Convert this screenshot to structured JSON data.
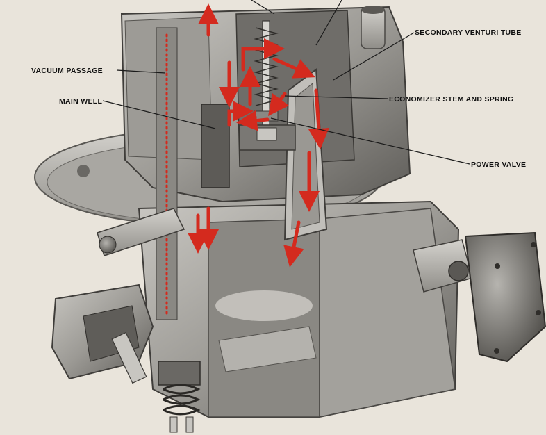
{
  "labels": {
    "secondary_venturi_tube": "SECONDARY VENTURI TUBE",
    "vacuum_passage": "VACUUM PASSAGE",
    "main_well": "MAIN WELL",
    "economizer": "ECONOMIZER STEM AND SPRING",
    "power_valve": "POWER VALVE"
  },
  "colors": {
    "background": "#e9e4db",
    "metal_light": "#b9b7b2",
    "metal_mid": "#8d8b86",
    "metal_dark": "#4f4d49",
    "flow_arrow": "#d42a1e",
    "leader_line": "#1a1a1a"
  },
  "icons": [
    "flow-arrow-icon"
  ]
}
